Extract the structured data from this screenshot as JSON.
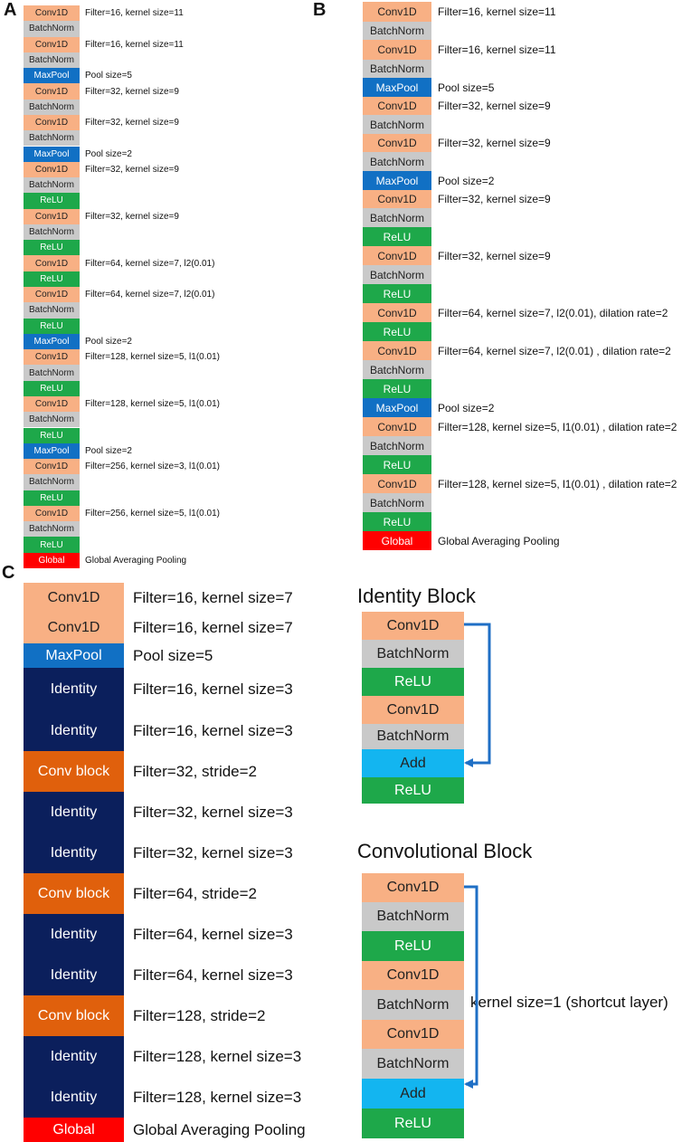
{
  "panels": {
    "a": {
      "label": "A",
      "rows": [
        {
          "type": "conv",
          "text": "Conv1D",
          "note": "Filter=16, kernel size=11"
        },
        {
          "type": "bn",
          "text": "BatchNorm",
          "note": ""
        },
        {
          "type": "conv",
          "text": "Conv1D",
          "note": "Filter=16, kernel size=11"
        },
        {
          "type": "bn",
          "text": "BatchNorm",
          "note": ""
        },
        {
          "type": "pool",
          "text": "MaxPool",
          "note": "Pool size=5"
        },
        {
          "type": "conv",
          "text": "Conv1D",
          "note": "Filter=32, kernel size=9"
        },
        {
          "type": "bn",
          "text": "BatchNorm",
          "note": ""
        },
        {
          "type": "conv",
          "text": "Conv1D",
          "note": "Filter=32, kernel size=9"
        },
        {
          "type": "bn",
          "text": "BatchNorm",
          "note": ""
        },
        {
          "type": "pool",
          "text": "MaxPool",
          "note": "Pool size=2"
        },
        {
          "type": "conv",
          "text": "Conv1D",
          "note": "Filter=32, kernel size=9"
        },
        {
          "type": "bn",
          "text": "BatchNorm",
          "note": ""
        },
        {
          "type": "relu",
          "text": "ReLU",
          "note": ""
        },
        {
          "type": "conv",
          "text": "Conv1D",
          "note": "Filter=32, kernel size=9"
        },
        {
          "type": "bn",
          "text": "BatchNorm",
          "note": ""
        },
        {
          "type": "relu",
          "text": "ReLU",
          "note": ""
        },
        {
          "type": "conv",
          "text": "Conv1D",
          "note": "Filter=64, kernel size=7, l2(0.01)"
        },
        {
          "type": "relu",
          "text": "ReLU",
          "note": ""
        },
        {
          "type": "conv",
          "text": "Conv1D",
          "note": "Filter=64, kernel size=7, l2(0.01)"
        },
        {
          "type": "bn",
          "text": "BatchNorm",
          "note": ""
        },
        {
          "type": "relu",
          "text": "ReLU",
          "note": ""
        },
        {
          "type": "pool",
          "text": "MaxPool",
          "note": "Pool size=2"
        },
        {
          "type": "conv",
          "text": "Conv1D",
          "note": "Filter=128, kernel size=5, l1(0.01)"
        },
        {
          "type": "bn",
          "text": "BatchNorm",
          "note": ""
        },
        {
          "type": "relu",
          "text": "ReLU",
          "note": ""
        },
        {
          "type": "conv",
          "text": "Conv1D",
          "note": "Filter=128, kernel size=5, l1(0.01)"
        },
        {
          "type": "bn",
          "text": "BatchNorm",
          "note": ""
        },
        {
          "type": "relu",
          "text": "ReLU",
          "note": ""
        },
        {
          "type": "pool",
          "text": "MaxPool",
          "note": "Pool size=2"
        },
        {
          "type": "conv",
          "text": "Conv1D",
          "note": "Filter=256, kernel size=3, l1(0.01)"
        },
        {
          "type": "bn",
          "text": "BatchNorm",
          "note": ""
        },
        {
          "type": "relu",
          "text": "ReLU",
          "note": ""
        },
        {
          "type": "conv",
          "text": "Conv1D",
          "note": "Filter=256, kernel size=5, l1(0.01)"
        },
        {
          "type": "bn",
          "text": "BatchNorm",
          "note": ""
        },
        {
          "type": "relu",
          "text": "ReLU",
          "note": ""
        },
        {
          "type": "global",
          "text": "Global",
          "note": "Global Averaging Pooling"
        }
      ]
    },
    "b": {
      "label": "B",
      "rows": [
        {
          "type": "conv",
          "text": "Conv1D",
          "note": "Filter=16, kernel size=11"
        },
        {
          "type": "bn",
          "text": "BatchNorm",
          "note": ""
        },
        {
          "type": "conv",
          "text": "Conv1D",
          "note": "Filter=16, kernel size=11"
        },
        {
          "type": "bn",
          "text": "BatchNorm",
          "note": ""
        },
        {
          "type": "pool",
          "text": "MaxPool",
          "note": "Pool size=5"
        },
        {
          "type": "conv",
          "text": "Conv1D",
          "note": "Filter=32, kernel size=9"
        },
        {
          "type": "bn",
          "text": "BatchNorm",
          "note": ""
        },
        {
          "type": "conv",
          "text": "Conv1D",
          "note": "Filter=32, kernel size=9"
        },
        {
          "type": "bn",
          "text": "BatchNorm",
          "note": ""
        },
        {
          "type": "pool",
          "text": "MaxPool",
          "note": "Pool size=2"
        },
        {
          "type": "conv",
          "text": "Conv1D",
          "note": "Filter=32, kernel size=9"
        },
        {
          "type": "bn",
          "text": "BatchNorm",
          "note": ""
        },
        {
          "type": "relu",
          "text": "ReLU",
          "note": ""
        },
        {
          "type": "conv",
          "text": "Conv1D",
          "note": "Filter=32, kernel size=9"
        },
        {
          "type": "bn",
          "text": "BatchNorm",
          "note": ""
        },
        {
          "type": "relu",
          "text": "ReLU",
          "note": ""
        },
        {
          "type": "conv",
          "text": "Conv1D",
          "note": "Filter=64, kernel size=7, l2(0.01), dilation rate=2"
        },
        {
          "type": "relu",
          "text": "ReLU",
          "note": ""
        },
        {
          "type": "conv",
          "text": "Conv1D",
          "note": "Filter=64, kernel size=7, l2(0.01) , dilation rate=2"
        },
        {
          "type": "bn",
          "text": "BatchNorm",
          "note": ""
        },
        {
          "type": "relu",
          "text": "ReLU",
          "note": ""
        },
        {
          "type": "pool",
          "text": "MaxPool",
          "note": "Pool size=2"
        },
        {
          "type": "conv",
          "text": "Conv1D",
          "note": "Filter=128, kernel size=5, l1(0.01) , dilation rate=2"
        },
        {
          "type": "bn",
          "text": "BatchNorm",
          "note": ""
        },
        {
          "type": "relu",
          "text": "ReLU",
          "note": ""
        },
        {
          "type": "conv",
          "text": "Conv1D",
          "note": "Filter=128, kernel size=5, l1(0.01) , dilation rate=2"
        },
        {
          "type": "bn",
          "text": "BatchNorm",
          "note": ""
        },
        {
          "type": "relu",
          "text": "ReLU",
          "note": ""
        },
        {
          "type": "global",
          "text": "Global",
          "note": "Global Averaging Pooling"
        }
      ]
    },
    "c": {
      "label": "C",
      "rows": [
        {
          "type": "conv",
          "text": "Conv1D",
          "note": "Filter=16, kernel size=7"
        },
        {
          "type": "conv",
          "text": "Conv1D",
          "note": "Filter=16, kernel size=7"
        },
        {
          "type": "pool",
          "text": "MaxPool",
          "note": "Pool size=5"
        },
        {
          "type": "id",
          "text": "Identity",
          "note": "Filter=16, kernel size=3"
        },
        {
          "type": "id",
          "text": "Identity",
          "note": "Filter=16, kernel size=3"
        },
        {
          "type": "cb",
          "text": "Conv block",
          "note": "Filter=32, stride=2"
        },
        {
          "type": "id",
          "text": "Identity",
          "note": "Filter=32, kernel size=3"
        },
        {
          "type": "id",
          "text": "Identity",
          "note": "Filter=32, kernel size=3"
        },
        {
          "type": "cb",
          "text": "Conv block",
          "note": "Filter=64, stride=2"
        },
        {
          "type": "id",
          "text": "Identity",
          "note": "Filter=64, kernel size=3"
        },
        {
          "type": "id",
          "text": "Identity",
          "note": "Filter=64, kernel size=3"
        },
        {
          "type": "cb",
          "text": "Conv block",
          "note": "Filter=128, stride=2"
        },
        {
          "type": "id",
          "text": "Identity",
          "note": "Filter=128, kernel size=3"
        },
        {
          "type": "id",
          "text": "Identity",
          "note": "Filter=128, kernel size=3"
        },
        {
          "type": "global",
          "text": "Global",
          "note": "Global Averaging Pooling"
        }
      ]
    },
    "identity_block": {
      "title": "Identity Block",
      "rows": [
        {
          "type": "conv",
          "text": "Conv1D"
        },
        {
          "type": "bn",
          "text": "BatchNorm"
        },
        {
          "type": "relu",
          "text": "ReLU"
        },
        {
          "type": "conv",
          "text": "Conv1D"
        },
        {
          "type": "bn",
          "text": "BatchNorm"
        },
        {
          "type": "add",
          "text": "Add"
        },
        {
          "type": "relu",
          "text": "ReLU"
        }
      ]
    },
    "conv_block": {
      "title": "Convolutional Block",
      "shortcut_note": "kernel size=1 (shortcut layer)",
      "rows": [
        {
          "type": "conv",
          "text": "Conv1D"
        },
        {
          "type": "bn",
          "text": "BatchNorm"
        },
        {
          "type": "relu",
          "text": "ReLU"
        },
        {
          "type": "conv",
          "text": "Conv1D"
        },
        {
          "type": "bn",
          "text": "BatchNorm"
        },
        {
          "type": "conv",
          "text": "Conv1D"
        },
        {
          "type": "bn",
          "text": "BatchNorm"
        },
        {
          "type": "add",
          "text": "Add"
        },
        {
          "type": "relu",
          "text": "ReLU"
        }
      ]
    }
  },
  "colors": {
    "conv": "#f8b084",
    "batchnorm": "#c9c9c9",
    "relu": "#1ea84a",
    "maxpool": "#1170c4",
    "global": "#ff0000",
    "identity": "#0b1f5c",
    "conv_block": "#e0600c",
    "add": "#13b5f0",
    "arrow": "#1f6fc5"
  }
}
